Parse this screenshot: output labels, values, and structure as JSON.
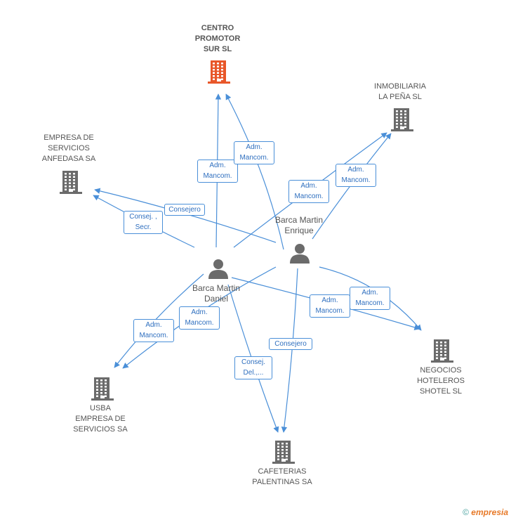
{
  "colors": {
    "edge": "#4a8fd8",
    "building": "#6b6b6b",
    "building_main": "#e8572a",
    "person": "#6b6b6b"
  },
  "nodes": [
    {
      "id": "centro",
      "type": "company",
      "main": true,
      "label": "CENTRO\nPROMOTOR\nSUR SL"
    },
    {
      "id": "inmobiliaria",
      "type": "company",
      "label": "INMOBILIARIA\nLA PEÑA SL"
    },
    {
      "id": "anfedasa",
      "type": "company",
      "label": "EMPRESA DE\nSERVICIOS\nANFEDASA SA"
    },
    {
      "id": "enrique",
      "type": "person",
      "label": "Barca Martin\nEnrique"
    },
    {
      "id": "daniel",
      "type": "person",
      "label": "Barca Martin\nDaniel"
    },
    {
      "id": "negocios",
      "type": "company",
      "label": "NEGOCIOS\nHOTELEROS\nSHOTEL SL"
    },
    {
      "id": "usba",
      "type": "company",
      "label": "USBA\nEMPRESA DE\nSERVICIOS SA"
    },
    {
      "id": "cafeterias",
      "type": "company",
      "label": "CAFETERIAS\nPALENTINAS SA"
    }
  ],
  "edges": [
    {
      "id": "e1",
      "label": "Adm.\nMancom."
    },
    {
      "id": "e2",
      "label": "Adm.\nMancom."
    },
    {
      "id": "e3",
      "label": "Adm.\nMancom."
    },
    {
      "id": "e4",
      "label": "Adm.\nMancom."
    },
    {
      "id": "e5",
      "label": "Consejero"
    },
    {
      "id": "e6",
      "label": "Consej. ,\nSecr."
    },
    {
      "id": "e7",
      "label": "Adm.\nMancom."
    },
    {
      "id": "e8",
      "label": "Adm.\nMancom."
    },
    {
      "id": "e9",
      "label": "Adm.\nMancom."
    },
    {
      "id": "e10",
      "label": "Adm.\nMancom."
    },
    {
      "id": "e11",
      "label": "Consejero"
    },
    {
      "id": "e12",
      "label": "Consej.\nDel.,..."
    }
  ],
  "footer": {
    "copyright": "©",
    "brand": "empresia"
  }
}
